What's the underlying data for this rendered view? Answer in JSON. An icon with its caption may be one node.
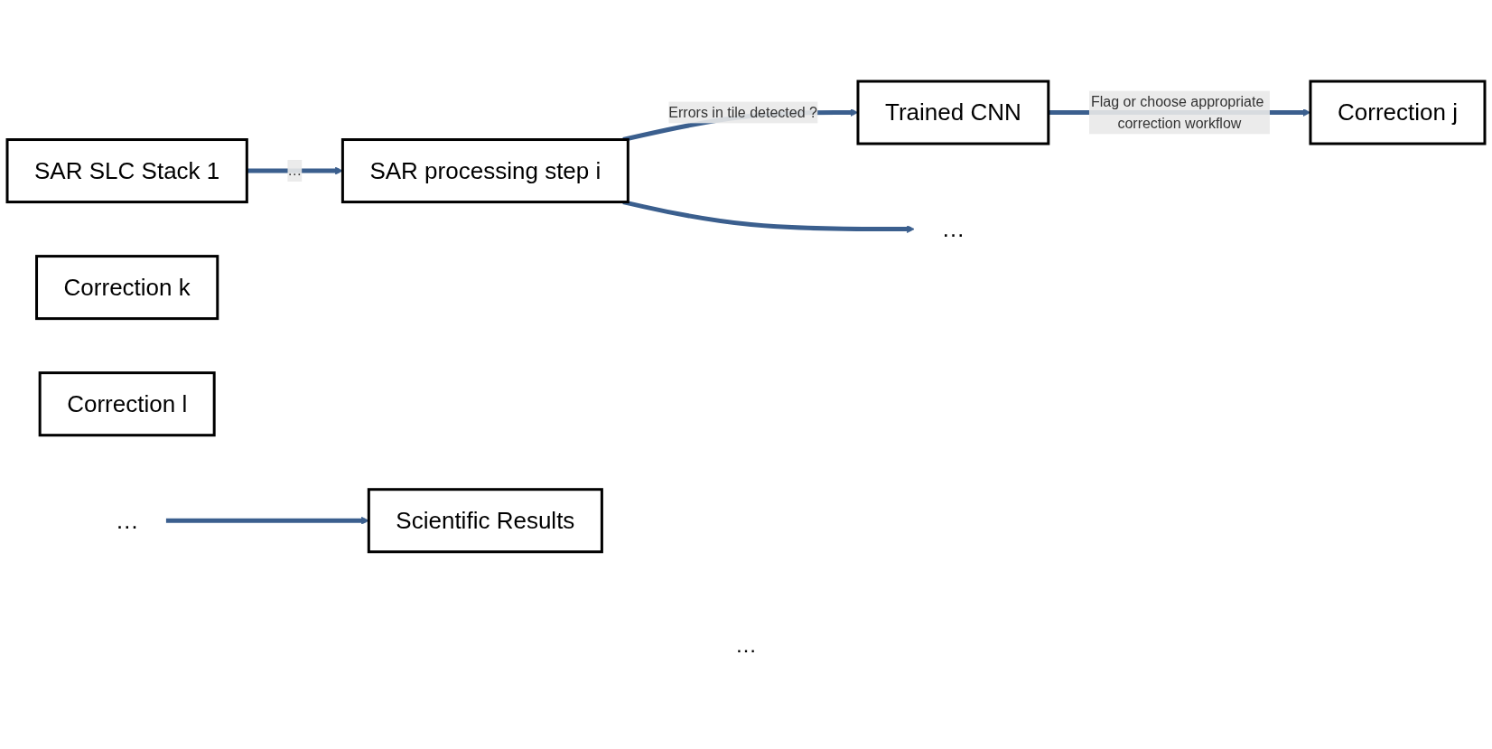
{
  "diagram": {
    "nodes": [
      {
        "text": [
          "SAR SLC Stack 1"
        ]
      },
      {
        "text": [
          "SAR processing step i"
        ]
      },
      {
        "text": [
          "Trained CNN"
        ]
      },
      {
        "text": [
          "…"
        ]
      },
      {
        "text": [
          "Correction j"
        ]
      },
      {
        "text": [
          "Correction k"
        ]
      },
      {
        "text": [
          "Correction l"
        ]
      },
      {
        "text": [
          "…"
        ]
      },
      {
        "text": [
          "Scientific Results"
        ]
      }
    ],
    "edges": [
      {
        "from": 0,
        "to": 1,
        "arrow": "to",
        "label": "…"
      },
      {
        "from": 1,
        "to": 2,
        "arrow": "to",
        "label": "Errors in tile detected ?"
      },
      {
        "from": 2,
        "to": 4,
        "arrow": "to",
        "label": "Flag or choose appropriate correction workflow"
      },
      {
        "from": 1,
        "to": 3,
        "arrow": "to"
      },
      {
        "from": 7,
        "to": 8,
        "arrow": "to"
      }
    ],
    "labels": [
      "…"
    ]
  }
}
